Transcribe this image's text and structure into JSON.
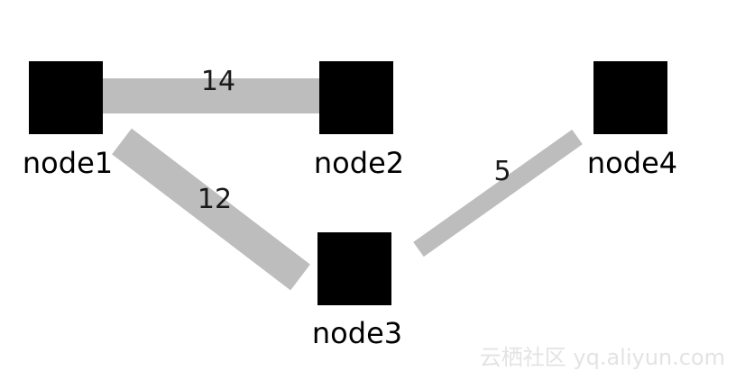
{
  "colors": {
    "node_fill": "#000000",
    "edge_stroke": "#bdbdbd",
    "label_text": "#000000",
    "watermark_text": "#e3e3e3"
  },
  "diagram": {
    "nodes": [
      {
        "id": "node1",
        "label": "node1"
      },
      {
        "id": "node2",
        "label": "node2"
      },
      {
        "id": "node3",
        "label": "node3"
      },
      {
        "id": "node4",
        "label": "node4"
      }
    ],
    "edges": [
      {
        "from": "node1",
        "to": "node2",
        "weight": "14"
      },
      {
        "from": "node1",
        "to": "node3",
        "weight": "12"
      },
      {
        "from": "node3",
        "to": "node4",
        "weight": "5"
      }
    ]
  },
  "watermark": "云栖社区 yq.aliyun.com"
}
